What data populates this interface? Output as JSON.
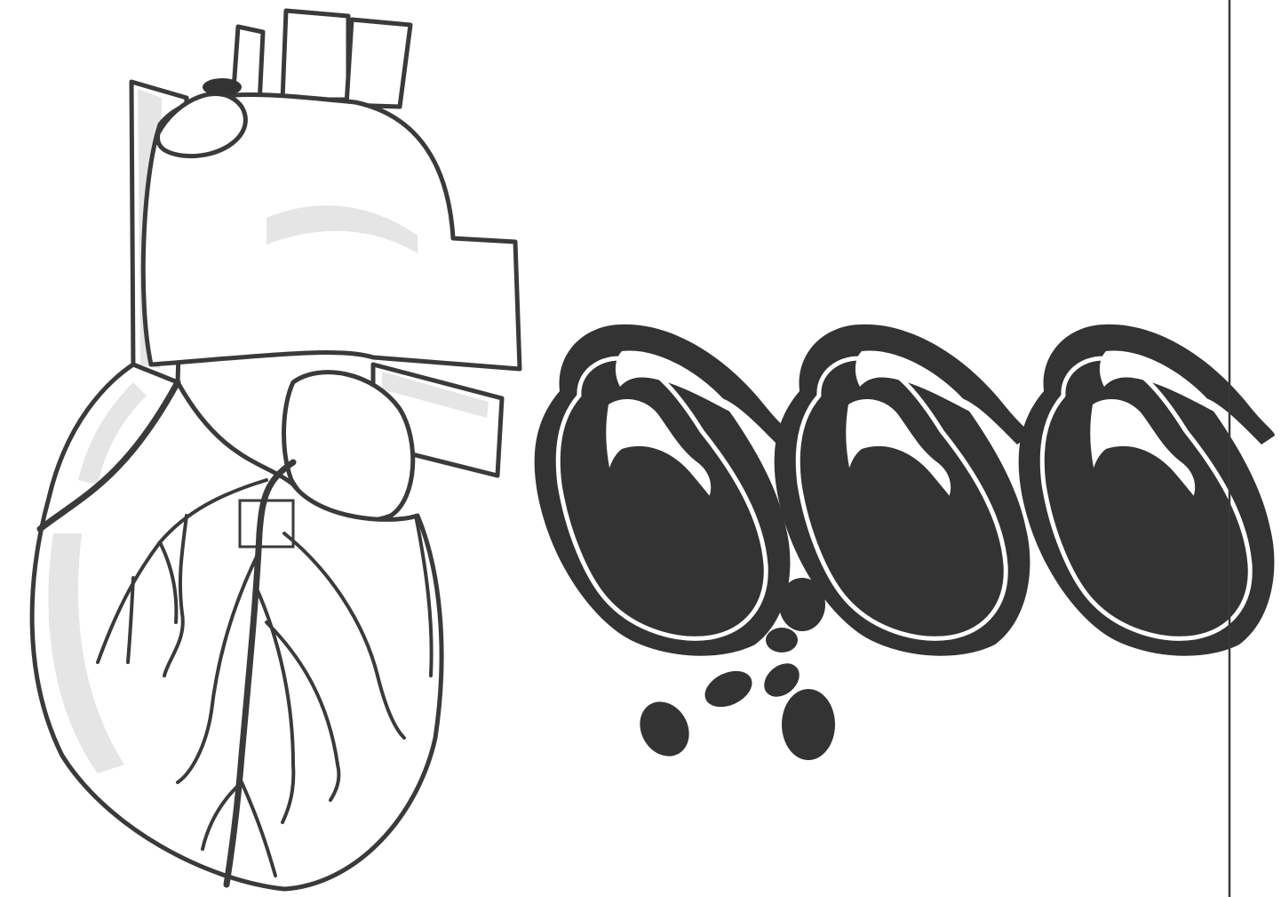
{
  "figure": {
    "panels": [
      {
        "id": "heart",
        "depicts": "heart-with-coronary-arteries"
      },
      {
        "id": "artery-section-1",
        "depicts": "artery-cross-section"
      },
      {
        "id": "artery-section-2",
        "depicts": "artery-cross-section"
      },
      {
        "id": "artery-section-3",
        "depicts": "artery-cross-section"
      }
    ],
    "annotations": [
      {
        "id": "region-box",
        "depicts": "magnified-region-marker"
      }
    ],
    "colors": {
      "ink": "#3a3a3a",
      "fill_dark": "#333333",
      "paper": "#ffffff",
      "shading": "#cfcfcf"
    }
  }
}
